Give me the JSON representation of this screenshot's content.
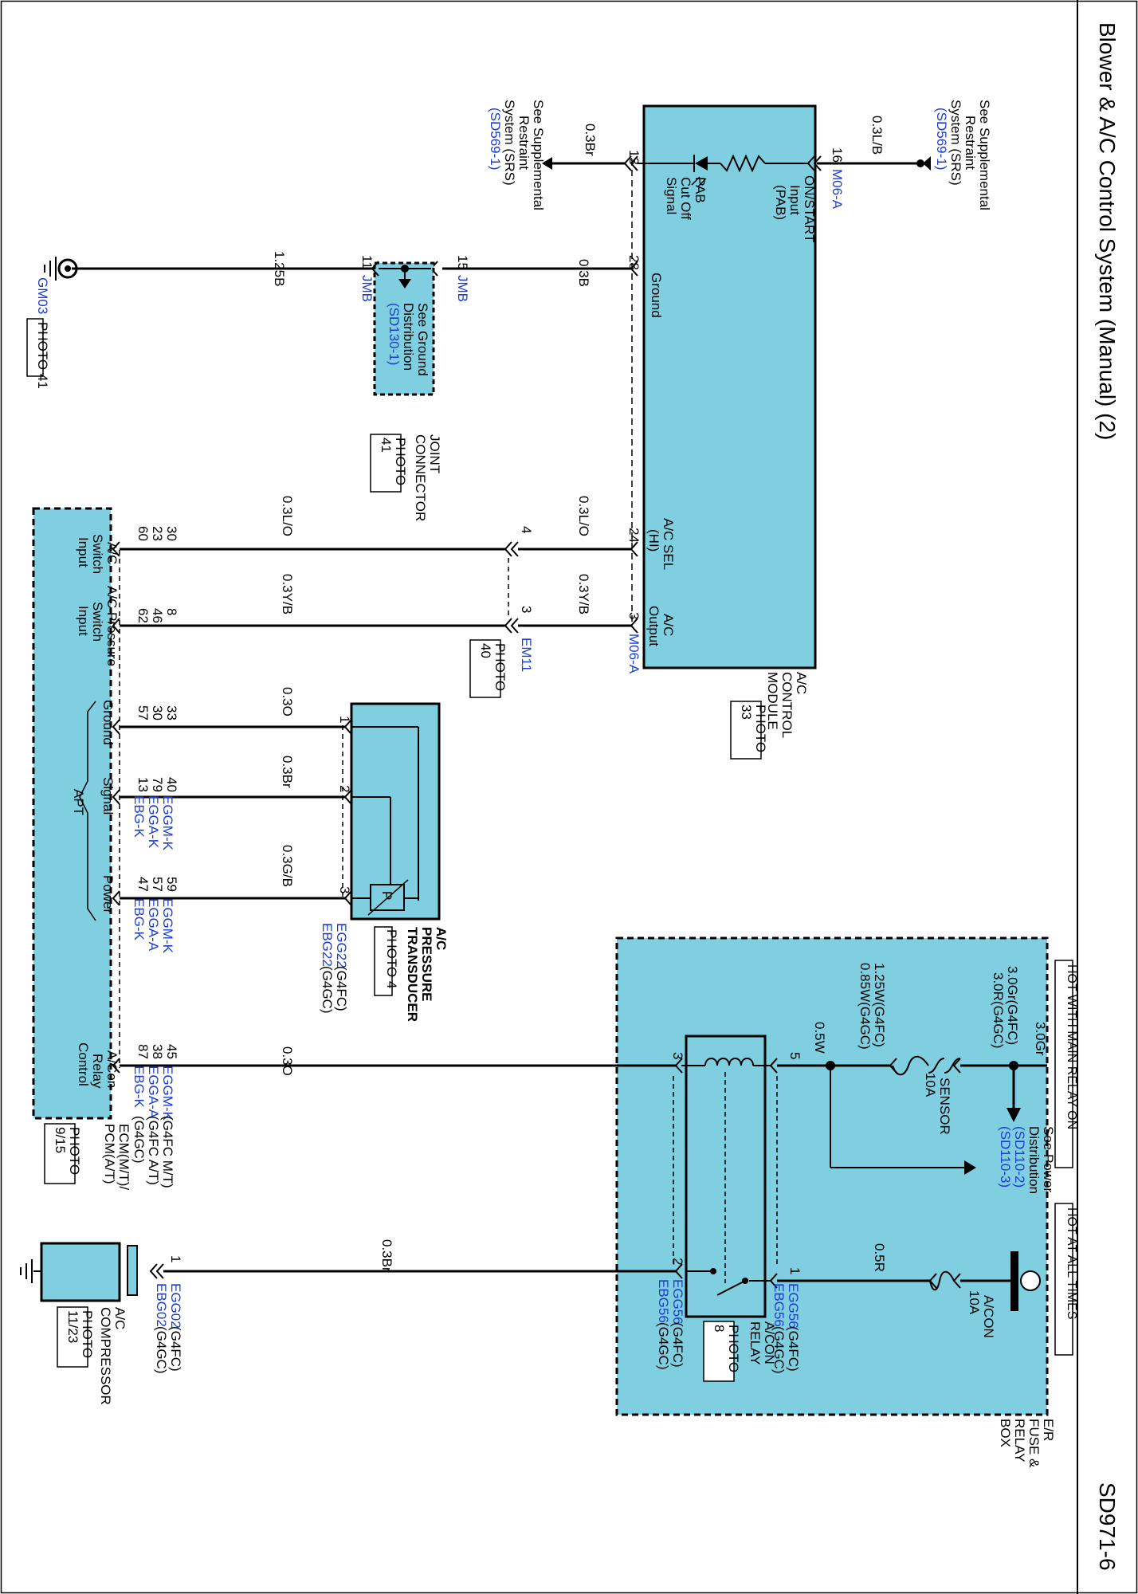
{
  "title": "Blower & A/C Control System (Manual) (2)",
  "page_code": "SD971-6",
  "hot_main_relay": "HOT WITH MAIN RELAY ON",
  "hot_all_times": "HOT AT ALL TIMES",
  "srs_top": {
    "l1": "See Supplemental",
    "l2": "Restraint",
    "l3": "System (SRS)",
    "ref": "(SD569-1)",
    "wire": "0.3L/B",
    "pin": "16"
  },
  "srs_bottom": {
    "l1": "See Supplemental",
    "l2": "Restraint",
    "l3": "System (SRS)",
    "ref": "(SD569-1)",
    "wire": "0.3Br",
    "pin": "13"
  },
  "module": {
    "conn": "M06-A",
    "on_start": "ON/START",
    "input": "Input",
    "pab": "(PAB)",
    "pab_cut": "PAB",
    "cut_off": "Cut Off",
    "signal": "Signal",
    "ground": "Ground",
    "ground_pin": "28",
    "ground_wire": "0.3B",
    "acsel": "A/C SEL",
    "hi": "(HI)",
    "acsel_pin": "24",
    "acsel_wire": "0.3L/O",
    "ac": "A/C",
    "output": "Output",
    "out_pin": "3",
    "out_wire": "0.3Y/B",
    "out_conn": "M06-A",
    "name1": "A/C",
    "name2": "CONTROL",
    "name3": "MODULE",
    "photo": "PHOTO",
    "photo_no": "33"
  },
  "joint": {
    "pin15": "15",
    "jmb1": "JMB",
    "pin11": "11",
    "jmb2": "JMB",
    "see1": "See Ground",
    "see2": "Distribution",
    "ref": "(SD130-1)",
    "name1": "JOINT",
    "name2": "CONNECTOR",
    "photo": "PHOTO",
    "photo_no": "41",
    "wire_out": "1.25B"
  },
  "ground_gm03": {
    "label": "GM03",
    "photo": "PHOTO 41"
  },
  "em11": {
    "pin4": "4",
    "pin3": "3",
    "conn": "EM11",
    "photo": "PHOTO",
    "photo_no": "40",
    "wire1": "0.3L/O",
    "wire2": "0.3Y/B"
  },
  "ecm": {
    "sw_pins": [
      "30",
      "23",
      "60"
    ],
    "sw_l1": "A/C",
    "sw_l2": "Switch",
    "sw_l3": "Input",
    "ps_pins": [
      "8",
      "46",
      "62"
    ],
    "ps_l1": "A/C Pressure",
    "ps_l2": "Switch",
    "ps_l3": "Input",
    "gnd_pins": [
      "33",
      "30",
      "57"
    ],
    "gnd_label": "Ground",
    "sig_pins": [
      "40",
      "79",
      "13"
    ],
    "sig_label": "Signal",
    "pwr_pins": [
      "59",
      "57",
      "47"
    ],
    "pwr_label": "Power",
    "apt": "APT",
    "relay_pins": [
      "45",
      "38",
      "87"
    ],
    "relay_l1": "A/Con",
    "relay_l2": "Relay",
    "relay_l3": "Control",
    "sig_conn": [
      "EGGM-K",
      "EGGA-K",
      "EBG-K"
    ],
    "pwr_conn": [
      "EGGM-K",
      "EGGA-A",
      "EBG-K"
    ],
    "relay_conn": [
      "EGGM-K",
      "EGGA-A",
      "EBG-K"
    ],
    "relay_conn_note": [
      "(G4FC M/T)",
      "(G4FC A/T)",
      "(G4GC)"
    ],
    "name1": "ECM(M/T)/",
    "name2": "PCM(A/T)",
    "photo": "PHOTO",
    "photo_no": "9/15"
  },
  "apt_sensor": {
    "pin1": "1",
    "pin2": "2",
    "pin3": "3",
    "wire1": "0.3O",
    "wire2": "0.3Br",
    "wire3": "0.3G/B",
    "p": "P",
    "c1": "EGG22",
    "c1n": "(G4FC)",
    "c2": "EBG22",
    "c2n": "(G4GC)",
    "name1": "A/C",
    "name2": "PRESSURE",
    "name3": "TRANSDUCER",
    "photo": "PHOTO 4"
  },
  "fuse_box": {
    "w3": "3.0Gr",
    "w3a": "3.0Gr(G4FC)",
    "w3b": "3.0R(G4GC)",
    "w125a": "1.25W(G4FC)",
    "w125b": "0.85W(G4GC)",
    "see1": "See Power",
    "see2": "Distribution",
    "ref1": "(SD110-2)",
    "ref2": "(SD110-3)",
    "sensor": "SENSOR",
    "sensor_a": "10A",
    "w05w": "0.5W",
    "pin5": "5",
    "pin3": "3",
    "pin1": "1",
    "pin2": "2",
    "w05r": "0.5R",
    "acon": "A/CON",
    "acon_a": "10A",
    "relay_name1": "A/CON",
    "relay_name2": "RELAY",
    "relay_photo": "PHOTO",
    "relay_photo_no": "8",
    "c56a": "EGG56",
    "c56an": "(G4FC)",
    "c56b": "EBG56",
    "c56bn": "(G4GC)",
    "name1": "E/R",
    "name2": "FUSE &",
    "name3": "RELAY",
    "name4": "BOX"
  },
  "relay_ctrl_wire": "0.3O",
  "compressor": {
    "wire": "0.3Br",
    "pin": "1",
    "c1": "EGG02",
    "c1n": "(G4FC)",
    "c2": "EBG02",
    "c2n": "(G4GC)",
    "name1": "A/C",
    "name2": "COMPRESSOR",
    "photo": "PHOTO",
    "photo_no": "11/23"
  },
  "colors": {
    "component_fill": "#7fcfe1",
    "link_blue": "#1a3ccf"
  }
}
